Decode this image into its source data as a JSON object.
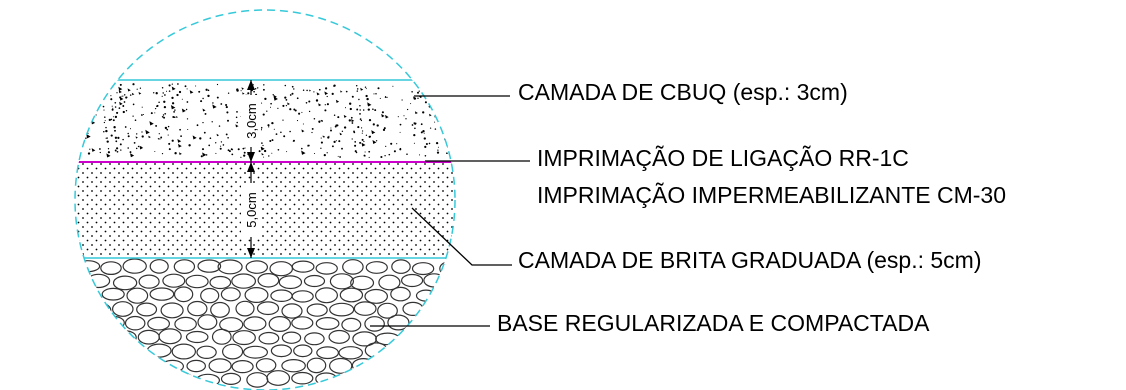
{
  "layers": [
    {
      "id": "cbuq",
      "label": "CAMADA DE CBUQ (esp.: 3cm)",
      "pattern": "concrete-aggregate"
    },
    {
      "id": "bond",
      "label": "IMPRIMAÇÃO DE LIGAÇÃO RR-1C",
      "pattern": "line"
    },
    {
      "id": "prime",
      "label": "IMPRIMAÇÃO IMPERMEABILIZANTE CM-30",
      "pattern": "line"
    },
    {
      "id": "brita",
      "label": "CAMADA DE BRITA GRADUADA (esp.: 5cm)",
      "pattern": "dots"
    },
    {
      "id": "base",
      "label": "BASE REGULARIZADA E COMPACTADA",
      "pattern": "stones"
    }
  ],
  "dimensions": [
    {
      "id": "dim-cbuq",
      "label": "3,0cm"
    },
    {
      "id": "dim-brita",
      "label": "5,0cm"
    }
  ],
  "colors": {
    "outline": "#36c9d9",
    "interface": "#cc00cc",
    "ink": "#000000",
    "stone": "#333333"
  }
}
